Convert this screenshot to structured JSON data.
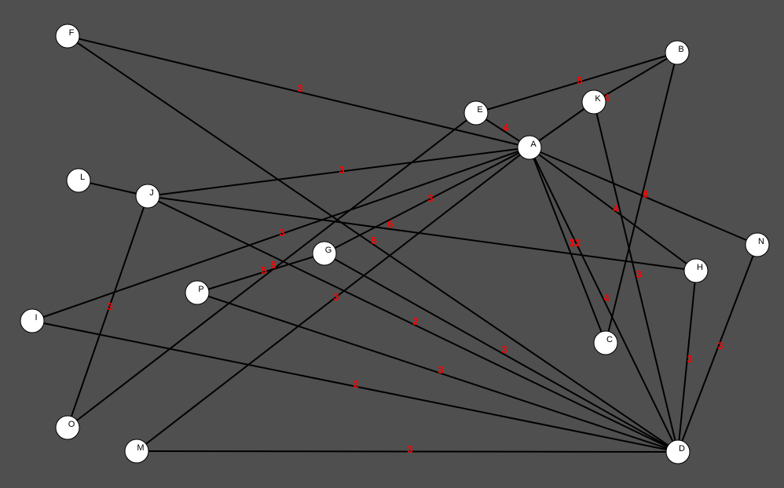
{
  "graph": {
    "colors": {
      "background": "#4f4f4f",
      "edge": "#000000",
      "node_fill": "#ffffff",
      "weight": "#ff0000"
    },
    "nodes": [
      "F",
      "B",
      "E",
      "K",
      "A",
      "L",
      "J",
      "N",
      "G",
      "H",
      "P",
      "I",
      "C",
      "O",
      "M",
      "D"
    ],
    "edges": [
      {
        "from": "F",
        "to": "A",
        "weight": "3"
      },
      {
        "from": "F",
        "to": "D",
        "weight": "5"
      },
      {
        "from": "E",
        "to": "B",
        "weight": "5"
      },
      {
        "from": "E",
        "to": "A",
        "weight": "4"
      },
      {
        "from": "E",
        "to": "O",
        "weight": "5"
      },
      {
        "from": "K",
        "to": "B",
        "weight": "4"
      },
      {
        "from": "K",
        "to": "A",
        "weight": ""
      },
      {
        "from": "K",
        "to": "D",
        "weight": "3"
      },
      {
        "from": "B",
        "to": "C",
        "weight": "8"
      },
      {
        "from": "L",
        "to": "J",
        "weight": ""
      },
      {
        "from": "J",
        "to": "A",
        "weight": "3"
      },
      {
        "from": "J",
        "to": "H",
        "weight": "12"
      },
      {
        "from": "J",
        "to": "D",
        "weight": "2"
      },
      {
        "from": "J",
        "to": "O",
        "weight": "3"
      },
      {
        "from": "A",
        "to": "I",
        "weight": "3"
      },
      {
        "from": "A",
        "to": "G",
        "weight": "6"
      },
      {
        "from": "A",
        "to": "M",
        "weight": "3"
      },
      {
        "from": "A",
        "to": "N",
        "weight": "4"
      },
      {
        "from": "A",
        "to": "H",
        "weight": "3"
      },
      {
        "from": "A",
        "to": "C",
        "weight": "7"
      },
      {
        "from": "A",
        "to": "D",
        "weight": "4"
      },
      {
        "from": "G",
        "to": "P",
        "weight": "5"
      },
      {
        "from": "G",
        "to": "D",
        "weight": "3"
      },
      {
        "from": "P",
        "to": "D",
        "weight": "3"
      },
      {
        "from": "I",
        "to": "D",
        "weight": "2"
      },
      {
        "from": "M",
        "to": "D",
        "weight": "3"
      },
      {
        "from": "H",
        "to": "D",
        "weight": "3"
      },
      {
        "from": "N",
        "to": "D",
        "weight": "3"
      }
    ]
  }
}
